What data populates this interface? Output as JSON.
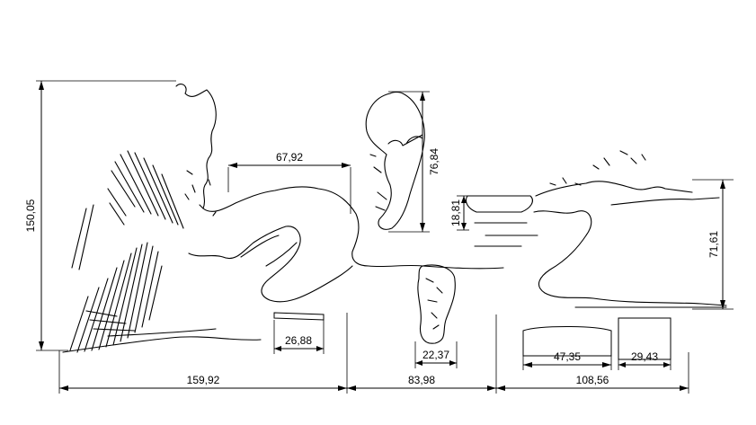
{
  "dimensions": {
    "total_height": "150,05",
    "bottom_left": "159,92",
    "bottom_middle": "83,98",
    "bottom_right": "108,56",
    "upper_width": "67,92",
    "head_height": "76,84",
    "box_height": "18,81",
    "right_height": "71,61",
    "block_a": "26,88",
    "block_b": "22,37",
    "block_c": "47,35",
    "block_d": "29,43"
  }
}
